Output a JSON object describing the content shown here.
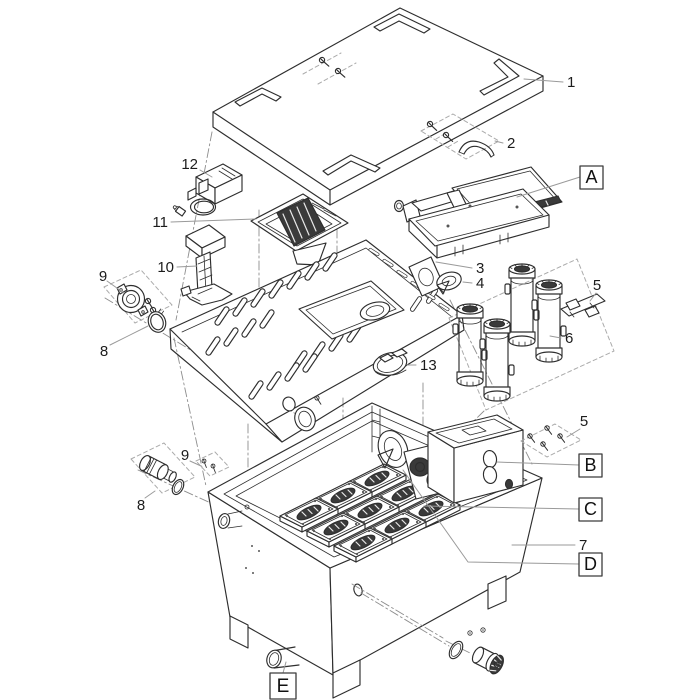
{
  "diagram": {
    "kind": "exploded-parts-diagram",
    "subject": "pond-filter-exploded-view",
    "colors": {
      "background": "#ffffff",
      "line": "#2e2e2e",
      "leader": "#9a9a9a",
      "dark_fill": "#3a3a3a"
    }
  },
  "callouts": {
    "p1": "1",
    "p2": "2",
    "p3": "3",
    "p4": "4",
    "p5a": "5",
    "p5b": "5",
    "p6": "6",
    "p7": "7",
    "p8a": "8",
    "p8b": "8",
    "p9a": "9",
    "p9b": "9",
    "p10": "10",
    "p11": "11",
    "p12": "12",
    "p13": "13",
    "A": "A",
    "B": "B",
    "C": "C",
    "D": "D",
    "E": "E"
  }
}
